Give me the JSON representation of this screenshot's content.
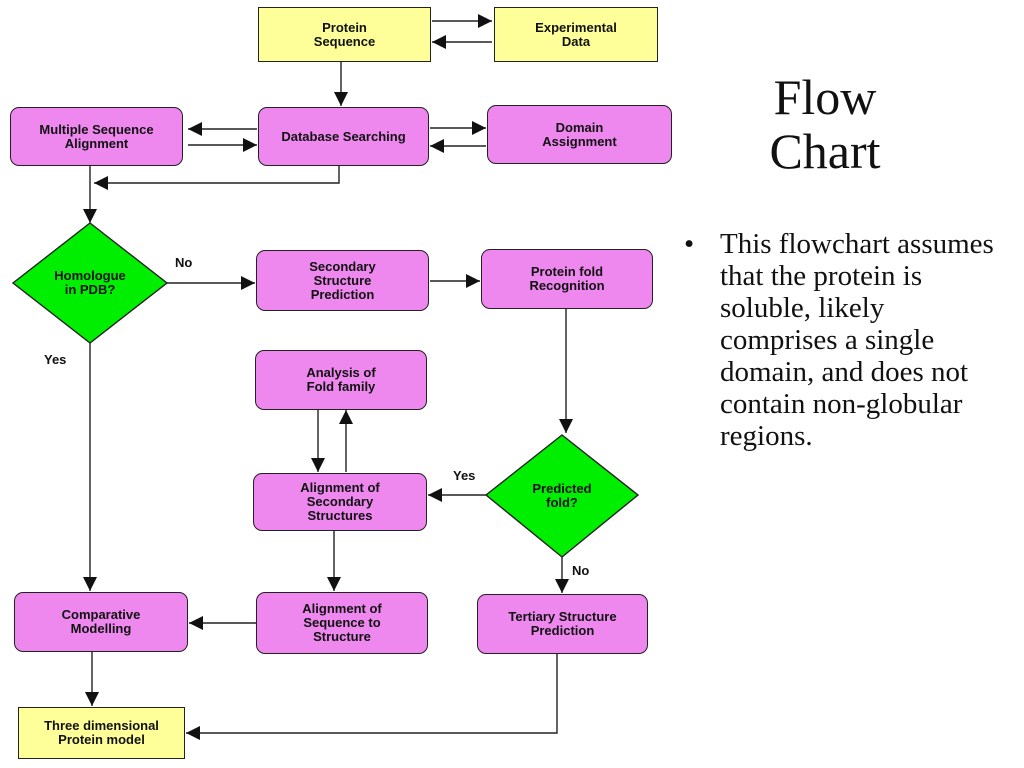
{
  "slide": {
    "title": "Flow\nChart",
    "bullets": [
      "This flowchart assumes that the protein is soluble, likely comprises a single domain, and does not contain non-globular regions."
    ]
  },
  "diagram": {
    "nodes": {
      "protein_sequence": "Protein\nSequence",
      "experimental_data": "Experimental\nData",
      "multiple_sequence_alignment": "Multiple Sequence\nAlignment",
      "database_searching": "Database Searching",
      "domain_assignment": "Domain\nAssignment",
      "homologue_in_pdb": "Homologue\nin PDB?",
      "secondary_structure_prediction": "Secondary\nStructure\nPrediction",
      "protein_fold_recognition": "Protein fold\nRecognition",
      "analysis_of_fold_family": "Analysis of\nFold family",
      "alignment_of_secondary_structures": "Alignment of\nSecondary\nStructures",
      "predicted_fold": "Predicted\nfold?",
      "comparative_modelling": "Comparative\nModelling",
      "alignment_of_sequence_to_structure": "Alignment of\nSequence to\nStructure",
      "tertiary_structure_prediction": "Tertiary Structure\nPrediction",
      "three_dimensional_protein_model": "Three dimensional\nProtein model"
    },
    "edge_labels": {
      "homologue_no": "No",
      "homologue_yes": "Yes",
      "predicted_yes": "Yes",
      "predicted_no": "No"
    },
    "colors": {
      "rect_fill": "#ffff99",
      "round_fill": "#ee88ee",
      "decision_fill": "#00ee00",
      "line": "#222222"
    }
  }
}
